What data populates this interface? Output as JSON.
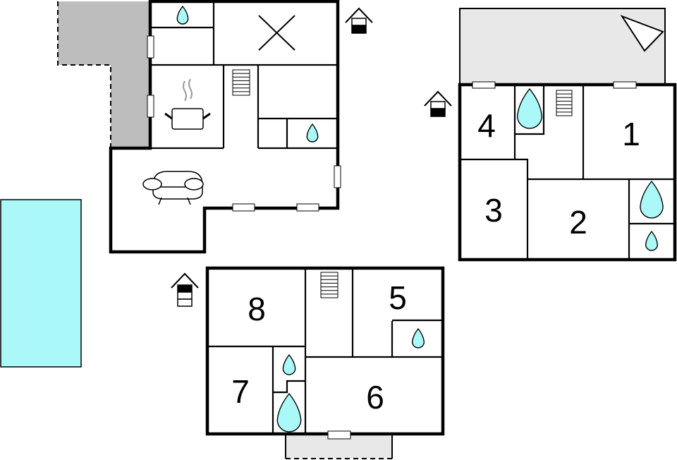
{
  "floorplan": {
    "rooms": [
      {
        "label": "1"
      },
      {
        "label": "2"
      },
      {
        "label": "3"
      },
      {
        "label": "4"
      },
      {
        "label": "5"
      },
      {
        "label": "6"
      },
      {
        "label": "7"
      },
      {
        "label": "8"
      }
    ],
    "icons": [
      "water-drop-icon",
      "stairs-icon",
      "kitchen-pot-icon",
      "sofa-icon",
      "floor-level-house-icon",
      "sun-terrace-icon"
    ],
    "colors": {
      "pool": "#aaf8f8",
      "terrace": "#bdbdbd",
      "balcony": "#e8e8e8",
      "wall": "#000000"
    }
  }
}
